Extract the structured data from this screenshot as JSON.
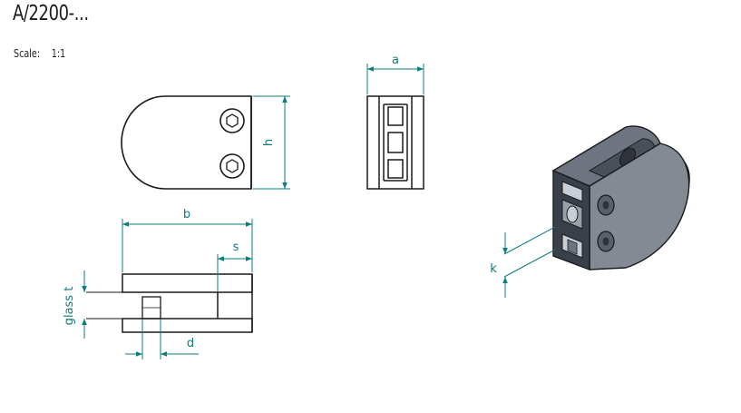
{
  "header": {
    "title": "A/2200-...",
    "scale_label": "Scale:",
    "scale_value": "1:1"
  },
  "dimensions": {
    "a": "a",
    "b": "b",
    "h": "h",
    "s": "s",
    "d": "d",
    "k": "k",
    "glass_t": "glass t"
  },
  "colors": {
    "outline": "#1a1a1a",
    "dimension": "#0c7c7c",
    "body_front": "#3a404a",
    "body_side": "#8e949e",
    "body_top": "#6f7580"
  }
}
